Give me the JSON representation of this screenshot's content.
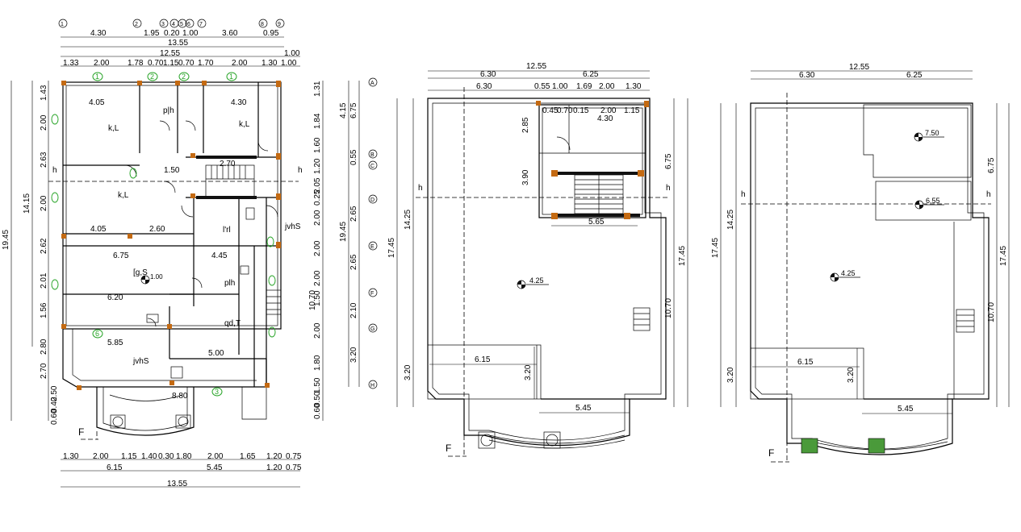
{
  "plan1": {
    "grid_markers": [
      "1",
      "2",
      "3",
      "4",
      "5",
      "6",
      "7",
      "8",
      "9"
    ],
    "top_dims_row1": [
      "4.30",
      "1.95",
      "0.20",
      "1.00",
      "3.60",
      "0.95"
    ],
    "top_dim_total1": "13.55",
    "top_dim_total2": "12.55",
    "top_dim_offset": "1.00",
    "top_dims_row3": [
      "1.33",
      "2.00",
      "1.78",
      "0.70",
      "1.15",
      "0.70",
      "1.70",
      "2.00",
      "1.30",
      "1.00"
    ],
    "left_dims_outer": "19.45",
    "left_dims_mid": "14.15",
    "left_dims": [
      "1.43",
      "2.00",
      "2.63",
      "2.00",
      "2.62",
      "2.01",
      "1.56",
      "2.80",
      "2.70",
      "2.50",
      "0.40",
      "0.60"
    ],
    "right_dims": [
      "1.31",
      "1.84",
      "1.60",
      "1.20",
      "2.05",
      "0.25",
      "2.00",
      "2.00",
      "2.00",
      "1.50",
      "2.00",
      "1.80",
      "1.50",
      "0.50",
      "0.60"
    ],
    "right_dims_mid": [
      "4.15",
      "6.75",
      "0.55",
      "2.65",
      "19.45",
      "2.65",
      "10.70",
      "2.10",
      "3.20"
    ],
    "row_markers": [
      "A",
      "B",
      "C",
      "D",
      "E",
      "F",
      "G",
      "H"
    ],
    "rooms": [
      {
        "label": "k,L",
        "sub": "4.05"
      },
      {
        "label": "p|h",
        "sub": ""
      },
      {
        "label": "k,L",
        "sub": "4.30"
      },
      {
        "label": "k,L",
        "sub": ""
      },
      {
        "label": "l'rl",
        "sub": ""
      },
      {
        "label": "jvhS",
        "sub": ""
      },
      {
        "label": "[g,S",
        "sub": "1.00"
      },
      {
        "label": "plh",
        "sub": ""
      },
      {
        "label": "qd,T",
        "sub": ""
      },
      {
        "label": "jvhS",
        "sub": ""
      }
    ],
    "room_dims": [
      "4.05",
      "2.60",
      "6.75",
      "4.45",
      "6.20",
      "5.85",
      "5.00",
      "8.80",
      "2.70",
      "1.50"
    ],
    "bottom_dims_row1": [
      "1.30",
      "2.00",
      "1.15",
      "1.40",
      "0.30",
      "1.80",
      "2.00",
      "1.65",
      "1.20",
      "0.75"
    ],
    "bottom_dims_row2": [
      "6.15",
      "5.45",
      "1.20",
      "0.75"
    ],
    "bottom_total": "13.55",
    "section_marks": [
      "F",
      "h",
      "h"
    ]
  },
  "plan2": {
    "top_total": "12.55",
    "top_dims": [
      "6.30",
      "6.25"
    ],
    "top_dims_row2": [
      "6.30",
      "0.55",
      "1.00",
      "1.69",
      "2.00",
      "1.30"
    ],
    "inner_dims": [
      "0.45",
      "0.70",
      "0.15",
      "2.00",
      "1.15",
      "4.30",
      "2.85",
      "3.90",
      "5.65"
    ],
    "left_dims": [
      "14.25",
      "17.45",
      "3.20"
    ],
    "right_dims": [
      "6.75",
      "17.45",
      "10.70"
    ],
    "level": "4.25",
    "bottom_dims": [
      "6.15",
      "3.20",
      "5.45"
    ],
    "section_marks": [
      "F",
      "h",
      "h"
    ]
  },
  "plan3": {
    "top_total": "12.55",
    "top_dims": [
      "6.30",
      "6.25"
    ],
    "levels": [
      "7.50",
      "6.55",
      "4.25"
    ],
    "left_dims": [
      "14.25",
      "17.45",
      "3.20"
    ],
    "right_dims": [
      "6.75",
      "17.45",
      "10.70"
    ],
    "bottom_dims": [
      "6.15",
      "3.20",
      "5.45"
    ],
    "section_marks": [
      "F",
      "h",
      "h"
    ]
  }
}
